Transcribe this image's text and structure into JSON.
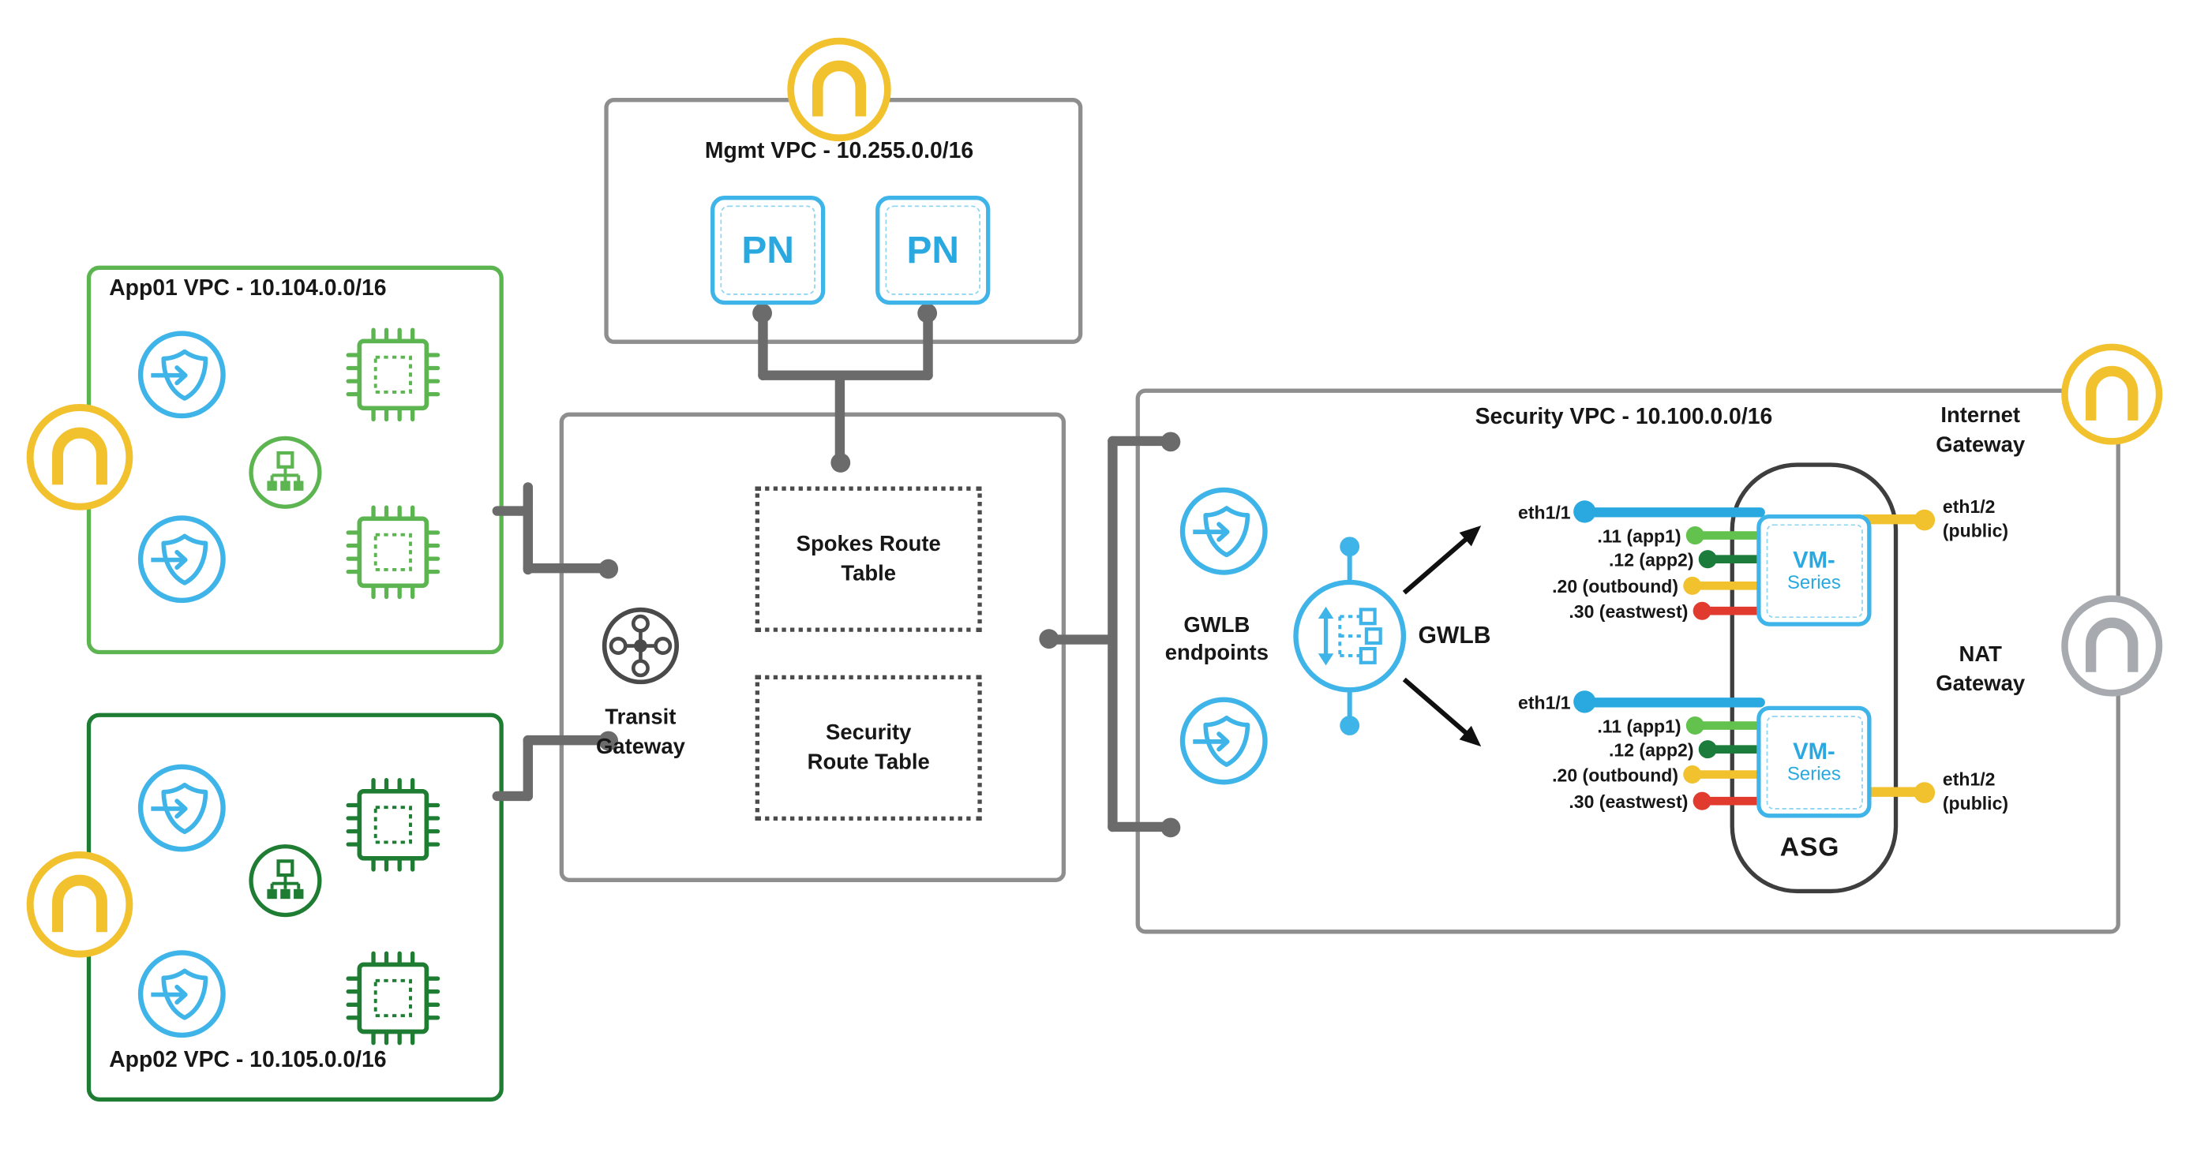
{
  "app01": {
    "title": "App01 VPC - 10.104.0.0/16"
  },
  "app02": {
    "title": "App02 VPC - 10.105.0.0/16"
  },
  "mgmt": {
    "title": "Mgmt VPC - 10.255.0.0/16",
    "pn1": "PN",
    "pn2": "PN"
  },
  "transit": {
    "label1": "Transit",
    "label2": "Gateway",
    "spokes_rt1": "Spokes Route",
    "spokes_rt2": "Table",
    "security_rt1": "Security",
    "security_rt2": "Route Table"
  },
  "security": {
    "title": "Security VPC - 10.100.0.0/16",
    "endpoints1": "GWLB",
    "endpoints2": "endpoints",
    "gwlb_label": "GWLB",
    "asg_label": "ASG",
    "vm_line1": "VM-",
    "vm_line2": "Series",
    "interfaces": [
      {
        "label": "eth1/1",
        "color": "#2aa9e0"
      },
      {
        "label": ".11 (app1)",
        "color": "#63c14e"
      },
      {
        "label": ".12 (app2)",
        "color": "#1c7c3c"
      },
      {
        "label": ".20 (outbound)",
        "color": "#f2c12e"
      },
      {
        "label": ".30 (eastwest)",
        "color": "#e13a2e"
      }
    ],
    "eth12_label1": "eth1/2",
    "eth12_label2": "(public)",
    "eth12_color": "#f2c12e"
  },
  "gateways": {
    "internet1": "Internet",
    "internet2": "Gateway",
    "nat1": "NAT",
    "nat2": "Gateway"
  },
  "colors": {
    "pan_blue": "#3fb4e8",
    "app01_green": "#5cb550",
    "app02_green": "#1e7d32",
    "gateway_yellow": "#f2c12e",
    "nat_gray": "#a7abb0",
    "box_gray": "#8e8e8e",
    "connector_gray": "#6b6b6b",
    "asg_dark": "#3e3e3e",
    "red": "#e13a2e",
    "text_dark": "#171717"
  },
  "icons": {
    "gateway": "arch-gateway-icon",
    "endpoint": "shield-endpoint-icon",
    "instance": "chip-instance-icon",
    "subnet": "subnet-tree-icon",
    "transit_gateway": "transit-gateway-icon",
    "gwlb": "gateway-load-balancer-icon"
  }
}
